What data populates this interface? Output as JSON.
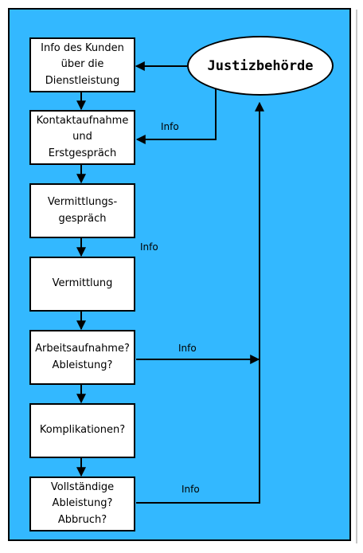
{
  "diagram": {
    "authority": "Justizbehörde",
    "steps": [
      "Info des Kunden\nüber die\nDienstleistung",
      "Kontaktaufnahme\nund\nErstgespräch",
      "Vermittlungs-\ngespräch",
      "Vermittlung",
      "Arbeitsaufnahme?\nAbleistung?",
      "Komplikationen?",
      "Vollständige\nAbleistung?\nAbbruch?"
    ],
    "info_labels": [
      "Info",
      "Info",
      "Info",
      "Info"
    ]
  },
  "colors": {
    "background": "#33B8FF",
    "box": "#FFFFFF",
    "line": "#000000"
  }
}
